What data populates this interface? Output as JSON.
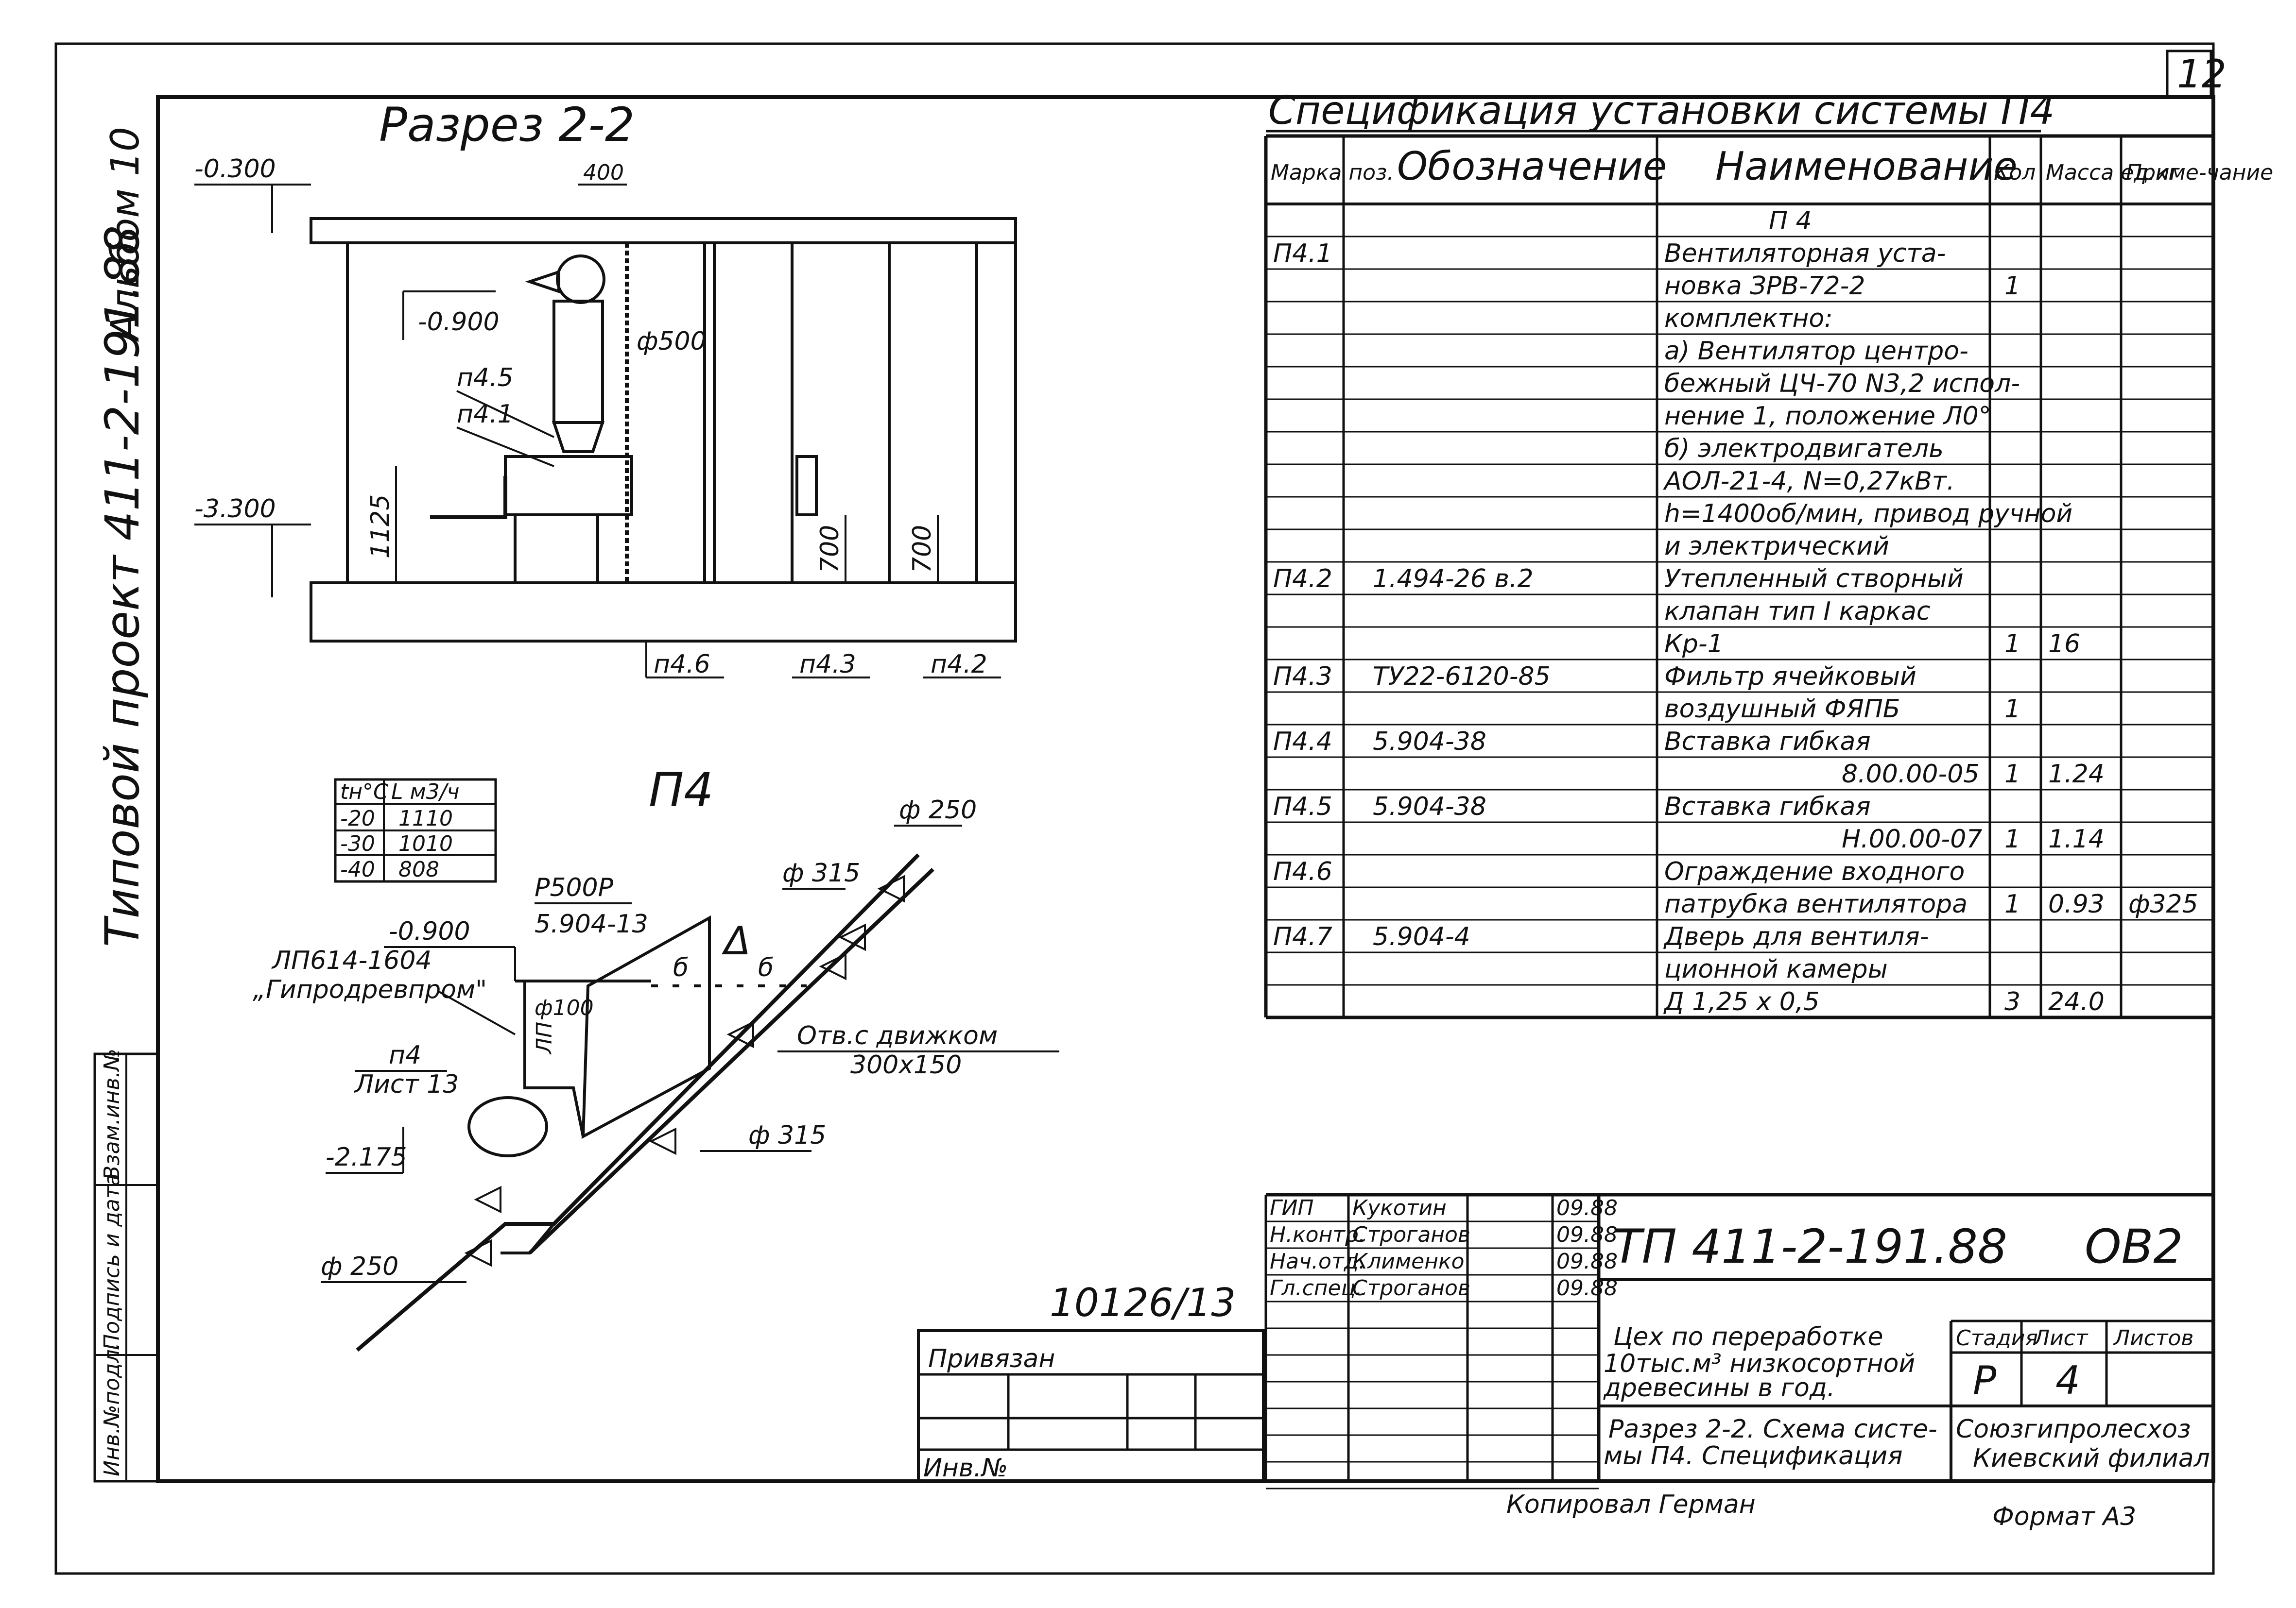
{
  "sheet_number": "12",
  "left_margin": {
    "album": "Альбом 10",
    "project": "Типовой проект 411-2-191.88",
    "stamp_labels": [
      "Инв.№подл.",
      "Подпись и дата",
      "Взам.инв.№"
    ]
  },
  "section": {
    "title": "Разрез 2-2",
    "levels": [
      "-0.300",
      "-0.900",
      "-3.300"
    ],
    "dims": [
      "400",
      "ф500",
      "1125",
      "700",
      "700"
    ],
    "marks": [
      "п4.5",
      "п4.1",
      "п4.6",
      "п4.3",
      "п4.2"
    ]
  },
  "scheme": {
    "title": "П4",
    "air_table": {
      "headers": [
        "tн°С",
        "L м3/ч"
      ],
      "rows": [
        [
          "-20",
          "1110"
        ],
        [
          "-30",
          "1010"
        ],
        [
          "-40",
          "808"
        ]
      ]
    },
    "labels": {
      "p500p": "Р500Р",
      "p500p_ref": "5.904-13",
      "level_0900": "-0.900",
      "lp_code": "ЛП614-1604",
      "lp_org": "„Гипродревпром\"",
      "unit_ref": "п4",
      "unit_sheet": "Лист 13",
      "level_2175": "-2.175",
      "lp_vertical": "ЛП",
      "d100": "ф100",
      "d250_top": "ф 250",
      "d315_top": "ф 315",
      "d315_bottom": "ф 315",
      "d250_left": "ф 250",
      "delta": "Δ",
      "sect_b1": "б",
      "sect_b2": "б",
      "opening": "Отв.с движком",
      "opening_size": "300х150"
    }
  },
  "spec": {
    "title": "Спецификация установки системы П4",
    "headers": [
      "Марка поз.",
      "Обозначение",
      "Наименование",
      "Кол",
      "Масса ед.кг",
      "Приме-чание"
    ],
    "rows": [
      [
        "",
        "",
        "П 4",
        "",
        "",
        ""
      ],
      [
        "П4.1",
        "",
        "Вентиляторная уста-",
        "",
        "",
        ""
      ],
      [
        "",
        "",
        "новка ЗРВ-72-2",
        "1",
        "",
        ""
      ],
      [
        "",
        "",
        "комплектно:",
        "",
        "",
        ""
      ],
      [
        "",
        "",
        "а) Вентилятор центро-",
        "",
        "",
        ""
      ],
      [
        "",
        "",
        "бежный ЦЧ-70 N3,2 испол-",
        "",
        "",
        ""
      ],
      [
        "",
        "",
        "нение 1, положение Л0°",
        "",
        "",
        ""
      ],
      [
        "",
        "",
        "б) электродвигатель",
        "",
        "",
        ""
      ],
      [
        "",
        "",
        "АОЛ-21-4, N=0,27кВт.",
        "",
        "",
        ""
      ],
      [
        "",
        "",
        "h=1400об/мин, привод ручной",
        "",
        "",
        ""
      ],
      [
        "",
        "",
        "и электрический",
        "",
        "",
        ""
      ],
      [
        "П4.2",
        "1.494-26 в.2",
        "Утепленный створный",
        "",
        "",
        ""
      ],
      [
        "",
        "",
        "клапан тип I каркас",
        "",
        "",
        ""
      ],
      [
        "",
        "",
        "Кр-1",
        "1",
        "16",
        ""
      ],
      [
        "П4.3",
        "ТУ22-6120-85",
        "Фильтр ячейковый",
        "",
        "",
        ""
      ],
      [
        "",
        "",
        "воздушный ФЯПБ",
        "1",
        "",
        ""
      ],
      [
        "П4.4",
        "5.904-38",
        "Вставка гибкая",
        "",
        "",
        ""
      ],
      [
        "",
        "",
        "8.00.00-05",
        "1",
        "1.24",
        ""
      ],
      [
        "П4.5",
        "5.904-38",
        "Вставка гибкая",
        "",
        "",
        ""
      ],
      [
        "",
        "",
        "Н.00.00-07",
        "1",
        "1.14",
        ""
      ],
      [
        "П4.6",
        "",
        "Ограждение входного",
        "",
        "",
        ""
      ],
      [
        "",
        "",
        "патрубка вентилятора",
        "1",
        "0.93",
        "ф325"
      ],
      [
        "П4.7",
        "5.904-4",
        "Дверь для вентиля-",
        "",
        "",
        ""
      ],
      [
        "",
        "",
        "ционной камеры",
        "",
        "",
        ""
      ],
      [
        "",
        "",
        "Д 1,25 х 0,5",
        "3",
        "24.0",
        ""
      ]
    ]
  },
  "titleblock": {
    "signers": [
      [
        "ГИП",
        "Кукотин",
        "09.88"
      ],
      [
        "Н.контр.",
        "Строганов",
        "09.88"
      ],
      [
        "Нач.отд.",
        "Клименко",
        "09.88"
      ],
      [
        "Гл.спец.",
        "Строганов",
        "09.88"
      ]
    ],
    "doc_code": "ТП 411-2-191.88",
    "doc_suffix": "ОВ2",
    "object": [
      "Цех по переработке",
      "10тыс.м³ низкосортной",
      "древесины в год."
    ],
    "sheet_title": [
      "Разрез 2-2. Схема систе-",
      "мы П4. Спецификация"
    ],
    "stage_headers": [
      "Стадия",
      "Лист",
      "Листов"
    ],
    "stage": "Р",
    "sheet": "4",
    "sheets": "",
    "org": [
      "Союзгипролесхоз",
      "Киевский филиал"
    ],
    "bound": "Привязан",
    "inv": "Инв.№",
    "handwritten_number": "10126/13",
    "copied": "Копировал Герман",
    "format": "Формат А3"
  }
}
